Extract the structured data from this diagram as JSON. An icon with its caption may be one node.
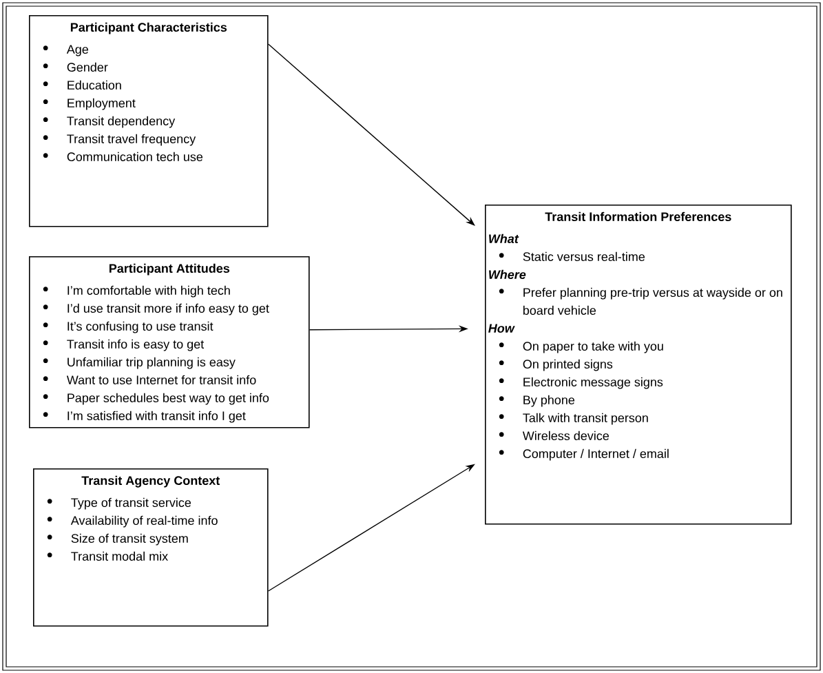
{
  "diagram": {
    "nodes": [
      {
        "text": [
          "Participant Characteristics",
          "Age",
          "Gender",
          "Education",
          "Employment",
          "Transit dependency",
          "Transit travel frequency",
          "Communication tech use"
        ]
      },
      {
        "text": [
          "Participant Attitudes",
          "I’m comfortable with high tech",
          "I’d use transit more if info easy to get",
          "It’s confusing to use transit",
          "Transit info is easy to get",
          "Unfamiliar trip planning is easy",
          "Want to use Internet for transit info",
          "Paper schedules best way to get info",
          "I’m satisfied with transit info I get"
        ]
      },
      {
        "text": [
          "Transit Agency Context",
          "Type of transit service",
          "Availability of real-time info",
          "Size of transit system",
          "Transit modal mix"
        ]
      },
      {
        "text": [
          "Transit Information Preferences",
          "What",
          "Static versus real-time",
          "Where",
          "Prefer planning pre-trip versus at wayside or on board vehicle",
          "How",
          "On paper to take with you",
          "On printed signs",
          "Electronic message signs",
          "By phone",
          "Talk with transit person",
          "Wireless device",
          "Computer / Internet / email"
        ]
      }
    ],
    "edges": [
      {
        "from": 0,
        "to": 3,
        "arrow": "to"
      },
      {
        "from": 1,
        "to": 3,
        "arrow": "to"
      },
      {
        "from": 2,
        "to": 3,
        "arrow": "to"
      }
    ]
  }
}
